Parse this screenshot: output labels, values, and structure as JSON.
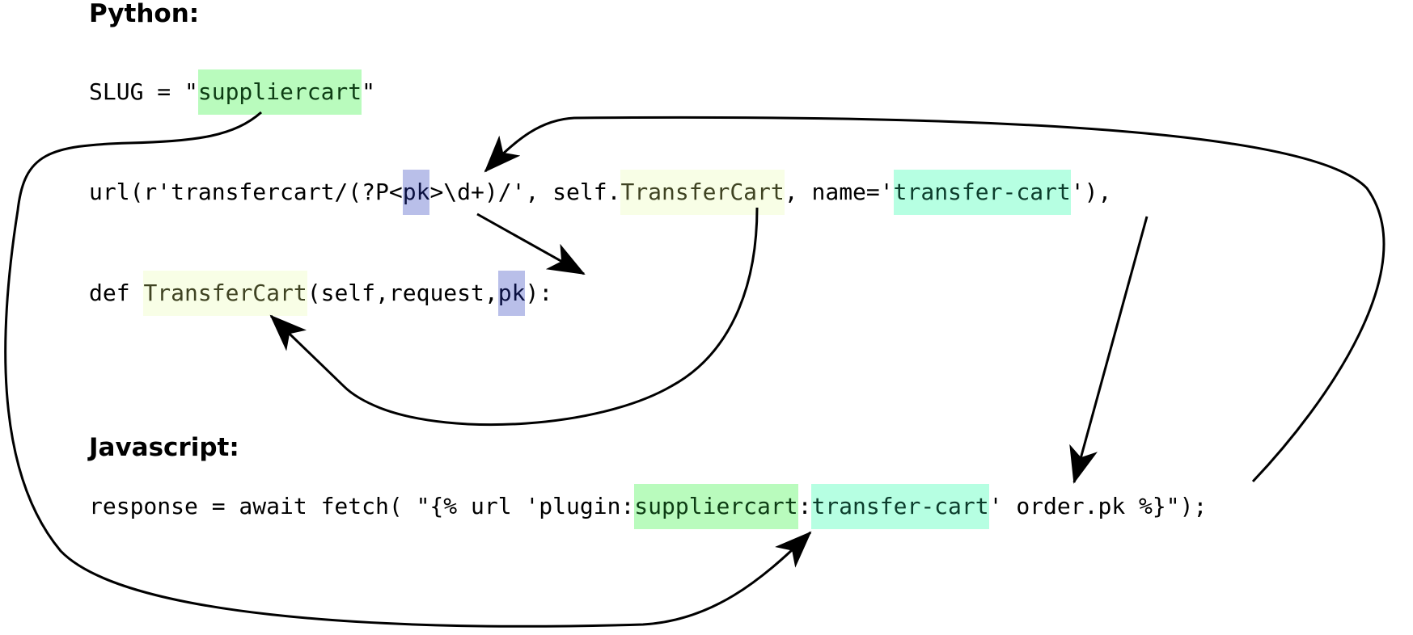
{
  "headings": {
    "python": "Python:",
    "javascript": "Javascript:"
  },
  "lines": {
    "slug": [
      "SLUG = \"",
      "suppliercart",
      "\""
    ],
    "url": [
      "url(r'transfercart/(?P<",
      "pk",
      ">\\d+)/', self.",
      "TransferCart",
      ", name='",
      "transfer-cart",
      "'),"
    ],
    "def": [
      "def ",
      "TransferCart",
      "(self,request,",
      "pk",
      "):"
    ],
    "response": [
      "response = await fetch( \"{% url 'plugin:",
      "suppliercart",
      ":",
      "transfer-cart",
      "' order.pk %}\");"
    ]
  },
  "colors": {
    "suppliercart": "#b9fbbd",
    "pk": "#b9bfe9",
    "TransferCart": "#f8fee6",
    "transfer-cart": "#b6ffe2"
  }
}
